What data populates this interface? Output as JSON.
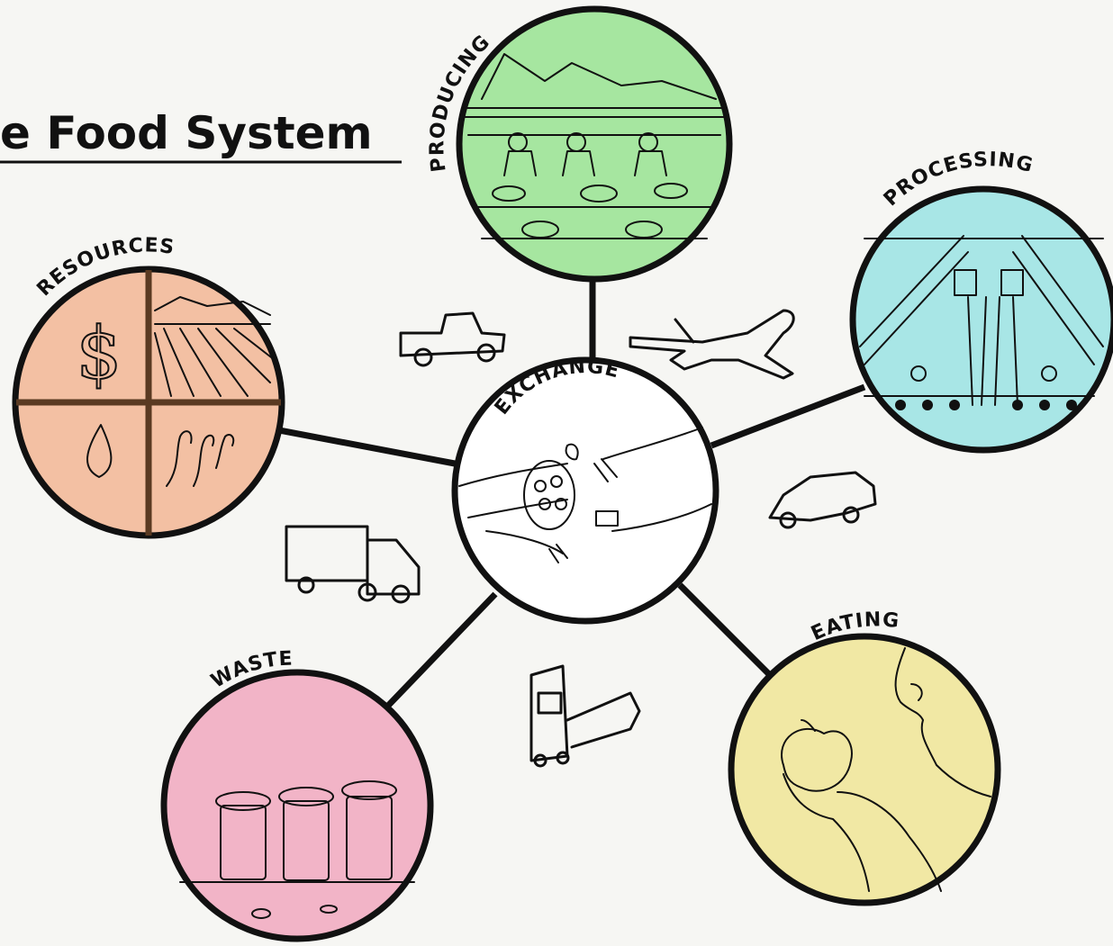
{
  "title": "e Food System",
  "nodes": {
    "center": {
      "label": "EXCHANGE",
      "color": "#ffffff"
    },
    "producing": {
      "label": "PRODUCING",
      "color": "#a6e6a0"
    },
    "processing": {
      "label": "PROCESSING",
      "color": "#a8e6e6"
    },
    "resources": {
      "label": "RESOURCES",
      "color": "#f3c0a3"
    },
    "eating": {
      "label": "EATING",
      "color": "#f1e8a4"
    },
    "waste": {
      "label": "WASTE",
      "color": "#f2b4c7"
    }
  },
  "icons": [
    "pickup-truck-icon",
    "airplane-icon",
    "car-icon",
    "delivery-truck-icon",
    "semi-truck-icon"
  ]
}
